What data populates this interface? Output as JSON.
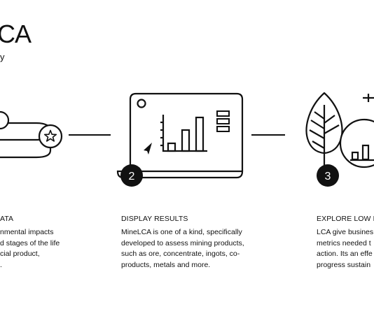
{
  "title": "CA",
  "subtitle": "y",
  "steps": [
    {
      "number": "2",
      "heading": "DISPLAY RESULTS",
      "body_lines": [
        "MineLCA is one of a kind, specifically",
        "developed to assess mining products,",
        "such as ore, concentrate, ingots, co-",
        "products, metals and more."
      ]
    },
    {
      "number": "3",
      "heading": "EXPLORE LOW IM",
      "body_lines": [
        "LCA give busines",
        "metrics needed t",
        "action. Its an effe",
        "progress sustain"
      ]
    }
  ],
  "left_partial": {
    "heading": "ATA",
    "body_lines": [
      "nmental impacts",
      "d stages of the life",
      "cial product,",
      "."
    ]
  }
}
